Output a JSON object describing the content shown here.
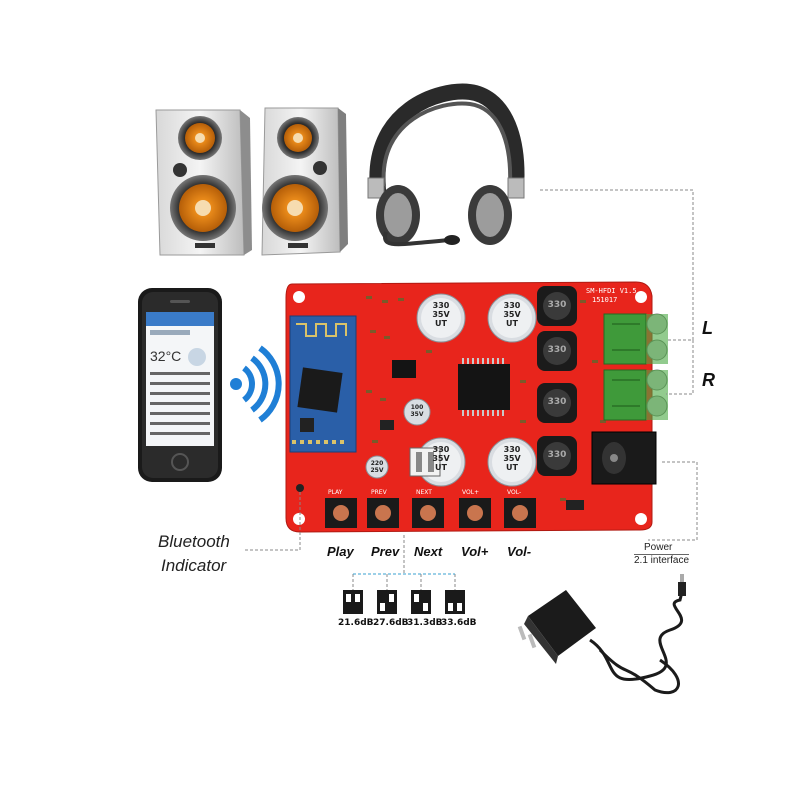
{
  "labels": {
    "bluetooth_line1": "Bluetooth",
    "bluetooth_line2": "Indicator",
    "power_line1": "Power",
    "power_line2": "2.1 interface",
    "left_channel": "L",
    "right_channel": "R"
  },
  "buttons": [
    {
      "label": "Play"
    },
    {
      "label": "Prev"
    },
    {
      "label": "Next"
    },
    {
      "label": "Vol+"
    },
    {
      "label": "Vol-"
    }
  ],
  "silk_button_labels": [
    "PLAY",
    "PREV",
    "NEXT",
    "VOL+",
    "VOL-"
  ],
  "gain_settings": [
    "21.6dB",
    "27.6dB",
    "31.3dB",
    "33.6dB"
  ],
  "board": {
    "model": "SM-HFDI V1.5",
    "date": "151017",
    "big_cap_text": [
      "330",
      "35V",
      "UT"
    ],
    "inductor_text": "330",
    "small_cap_text": [
      "100",
      "35V"
    ],
    "small_cap2_text": [
      "220",
      "25V"
    ]
  },
  "phone": {
    "temperature": "32°C"
  },
  "colors": {
    "board_red": "#e8251c",
    "terminal_green": "#3f9a3a",
    "speaker_orange": "#e98a1a",
    "bt_module_blue": "#2a5fa8"
  }
}
